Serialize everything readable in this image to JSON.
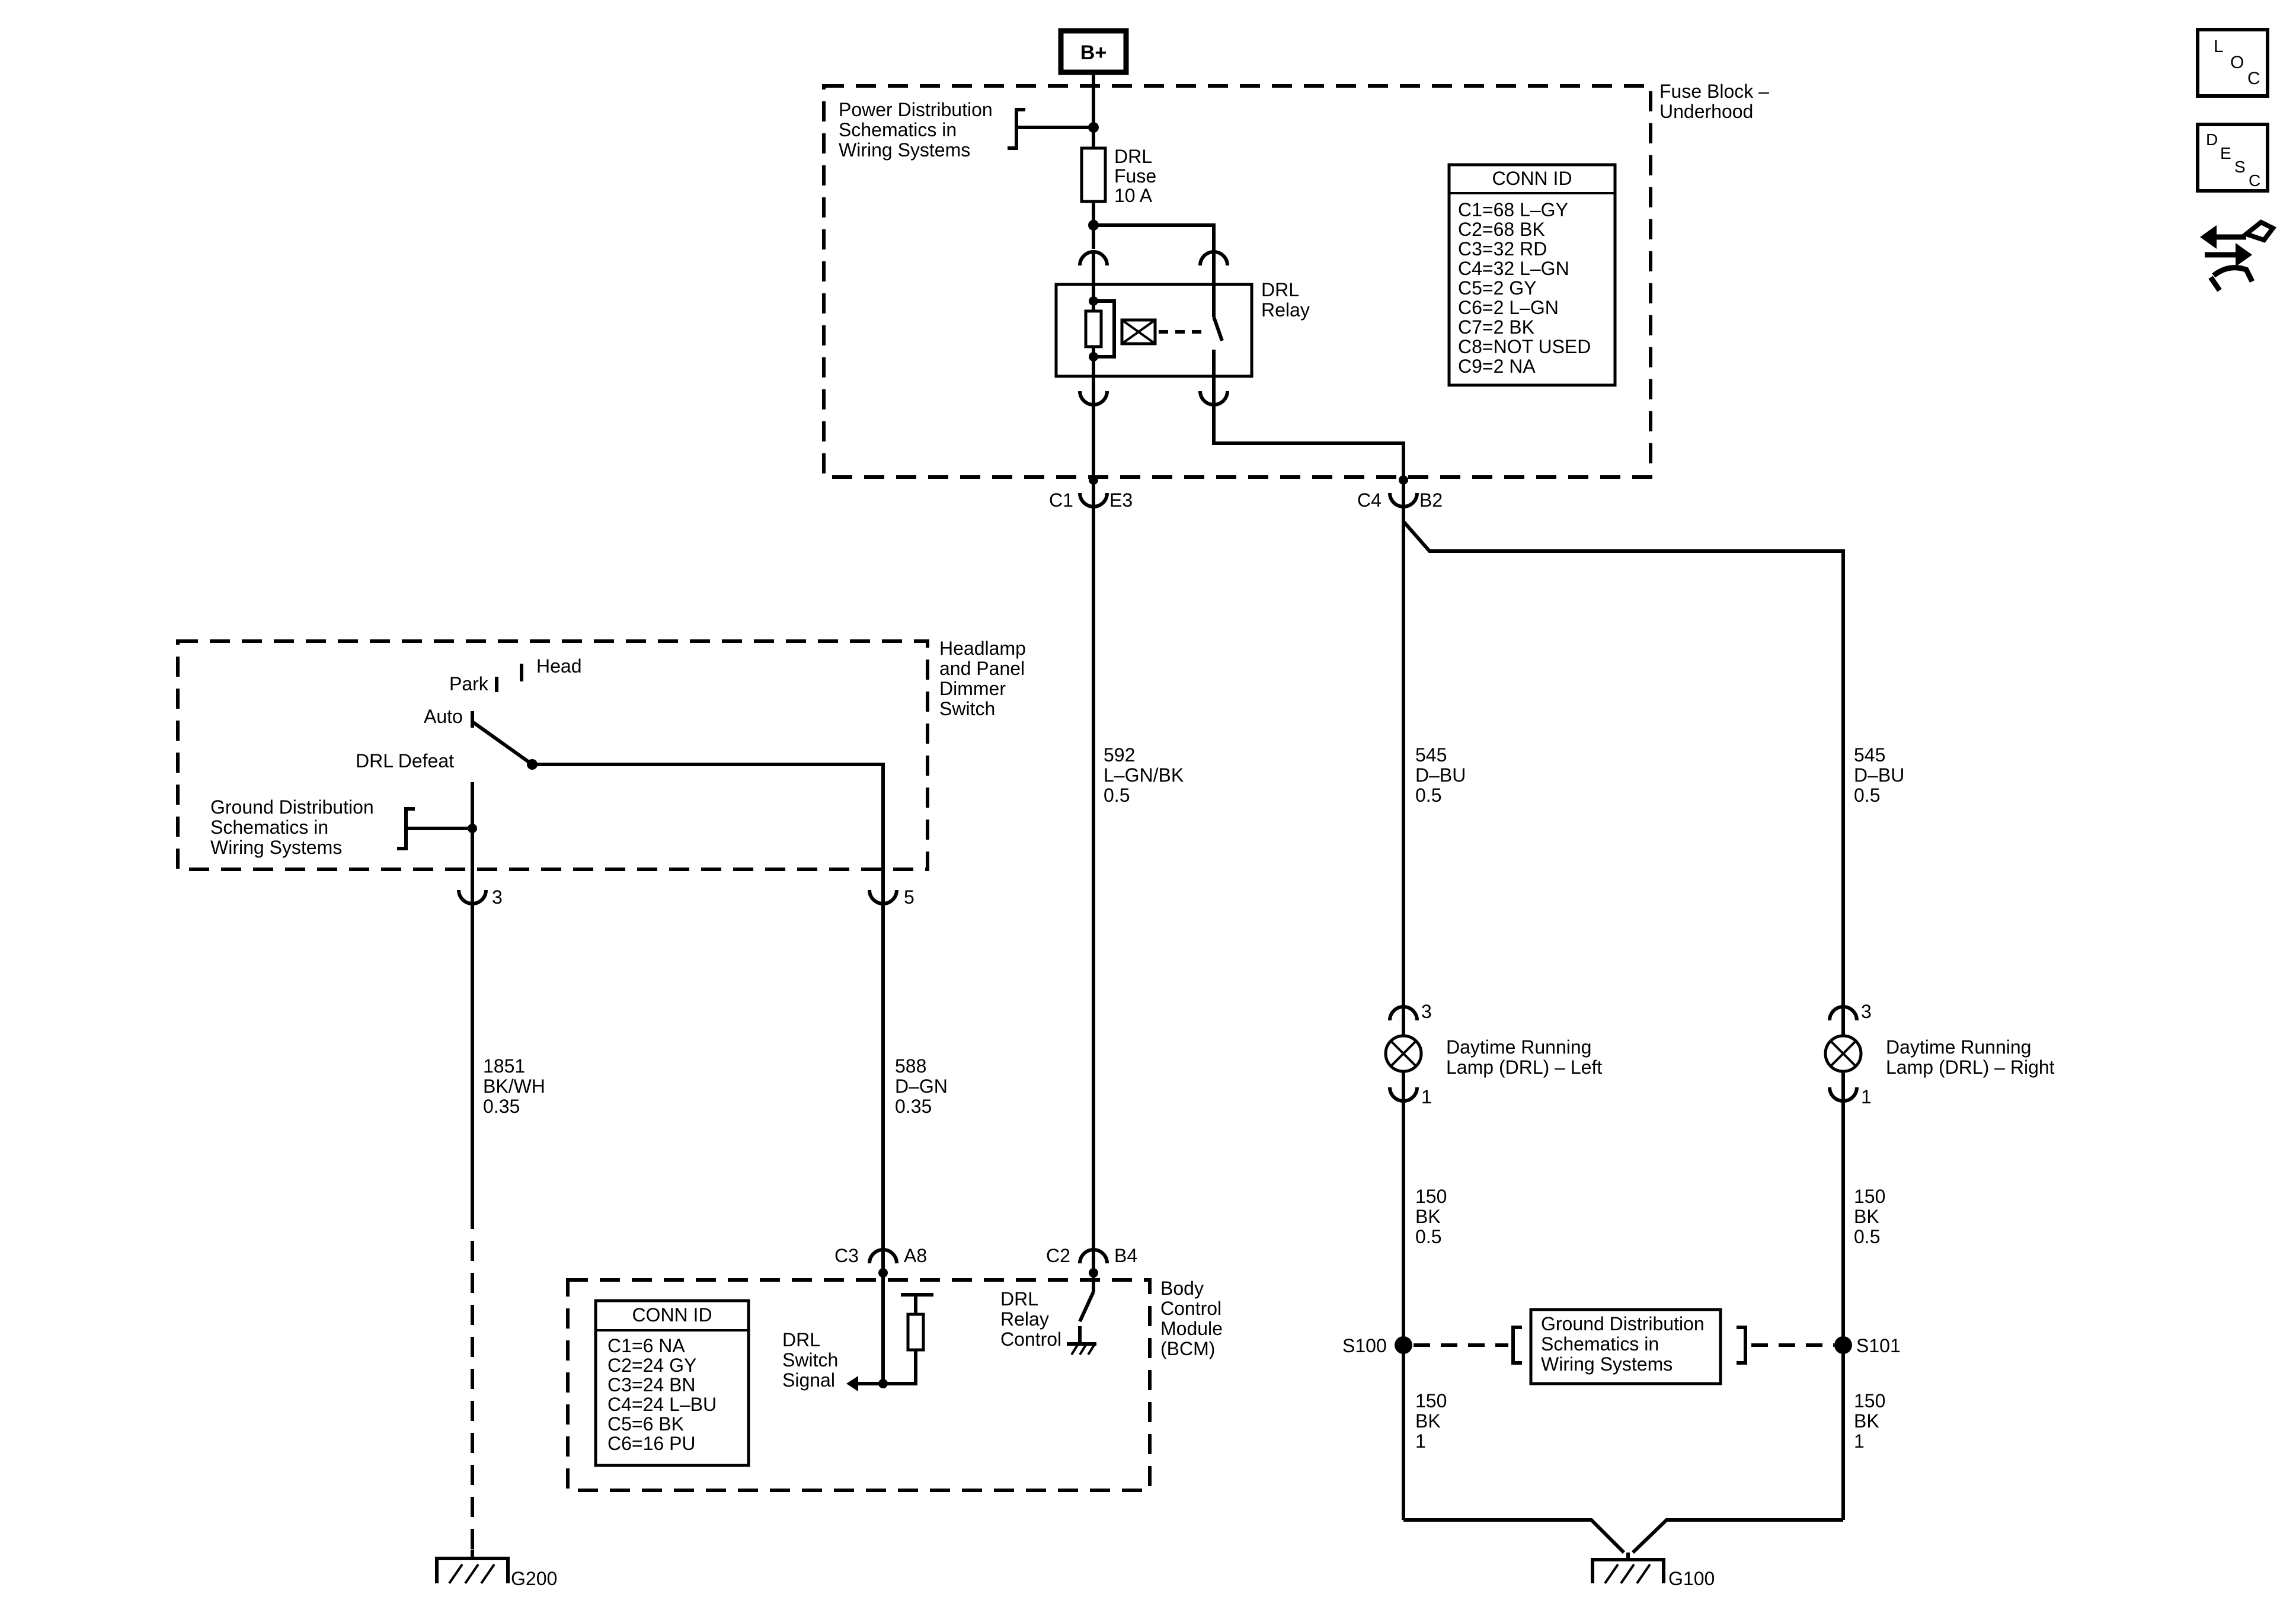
{
  "power": {
    "label": "B+"
  },
  "fuse_block": {
    "title_lines": [
      "Fuse Block –",
      "Underhood"
    ],
    "power_dist_lines": [
      "Power Distribution",
      "Schematics in",
      "Wiring Systems"
    ],
    "fuse_lines": [
      "DRL",
      "Fuse",
      "10 A"
    ],
    "relay_lines": [
      "DRL",
      "Relay"
    ],
    "conn_id": {
      "header": "CONN ID",
      "rows": [
        "C1=68 L–GY",
        "C2=68 BK",
        "C3=32 RD",
        "C4=32 L–GN",
        "C5=2 GY",
        "C6=2 L–GN",
        "C7=2 BK",
        "C8=NOT USED",
        "C9=2 NA"
      ]
    }
  },
  "connectors": {
    "c1": "C1",
    "e3": "E3",
    "c4": "C4",
    "b2": "B2",
    "pin3": "3",
    "pin5": "5",
    "c3": "C3",
    "a8": "A8",
    "c2": "C2",
    "b4": "B4"
  },
  "switch": {
    "title_lines": [
      "Headlamp",
      "and Panel",
      "Dimmer",
      "Switch"
    ],
    "park": "Park",
    "head": "Head",
    "auto": "Auto",
    "drl_defeat": "DRL Defeat",
    "ground_dist_lines": [
      "Ground Distribution",
      "Schematics in",
      "Wiring Systems"
    ]
  },
  "wires": {
    "w592": [
      "592",
      "L–GN/BK",
      "0.5"
    ],
    "w545_left": [
      "545",
      "D–BU",
      "0.5"
    ],
    "w545_right": [
      "545",
      "D–BU",
      "0.5"
    ],
    "w1851": [
      "1851",
      "BK/WH",
      "0.35"
    ],
    "w588": [
      "588",
      "D–GN",
      "0.35"
    ],
    "w150_left_top": [
      "150",
      "BK",
      "0.5"
    ],
    "w150_right_top": [
      "150",
      "BK",
      "0.5"
    ],
    "w150_left_bottom": [
      "150",
      "BK",
      "1"
    ],
    "w150_right_bottom": [
      "150",
      "BK",
      "1"
    ]
  },
  "lamps": {
    "left_lines": [
      "Daytime Running",
      "Lamp (DRL) – Left"
    ],
    "right_lines": [
      "Daytime Running",
      "Lamp (DRL) – Right"
    ],
    "pin_top": "3",
    "pin_bottom": "1"
  },
  "splices": {
    "s100": "S100",
    "s101": "S101",
    "ground_dist_lines": [
      "Ground Distribution",
      "Schematics in",
      "Wiring Systems"
    ]
  },
  "bcm": {
    "title_lines": [
      "Body",
      "Control",
      "Module",
      "(BCM)"
    ],
    "switch_signal_lines": [
      "DRL",
      "Switch",
      "Signal"
    ],
    "relay_control_lines": [
      "DRL",
      "Relay",
      "Control"
    ],
    "conn_id": {
      "header": "CONN ID",
      "rows": [
        "C1=6 NA",
        "C2=24 GY",
        "C3=24 BN",
        "C4=24 L–BU",
        "C5=6 BK",
        "C6=16 PU"
      ]
    }
  },
  "grounds": {
    "g200": "G200",
    "g100": "G100"
  },
  "icons": {
    "loc": [
      "L",
      "O",
      "C"
    ],
    "desc": [
      "D",
      "E",
      "S",
      "C"
    ]
  }
}
